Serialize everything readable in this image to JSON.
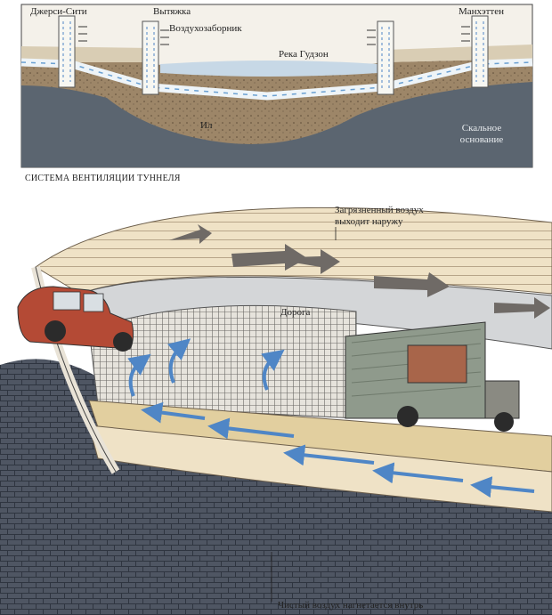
{
  "section_title": "СИСТЕМА ВЕНТИЛЯЦИИ ТУННЕЛЯ",
  "cross_section": {
    "labels": {
      "jersey_city": "Джерси-Сити",
      "exhaust": "Вытяжка",
      "intake": "Воздухозаборник",
      "hudson": "Река Гудзон",
      "manhattan": "Манхэттен",
      "silt": "Ил",
      "bedrock": "Скальное основание"
    }
  },
  "cutaway": {
    "labels": {
      "polluted_air": "Загрязненный воздух выходит наружу",
      "road": "Дорога",
      "fresh_air": "Чистый воздух нагнетается внутрь"
    }
  },
  "colors": {
    "water": "#c7d8e6",
    "silt": "#a88e6f",
    "bedrock": "#58626c",
    "tube_shell": "#4c5360",
    "car": "#b44a35",
    "truck": "#8f9a8c",
    "fresh_arrow": "#4f86c6",
    "exhaust_arrow": "#6f6a66"
  }
}
